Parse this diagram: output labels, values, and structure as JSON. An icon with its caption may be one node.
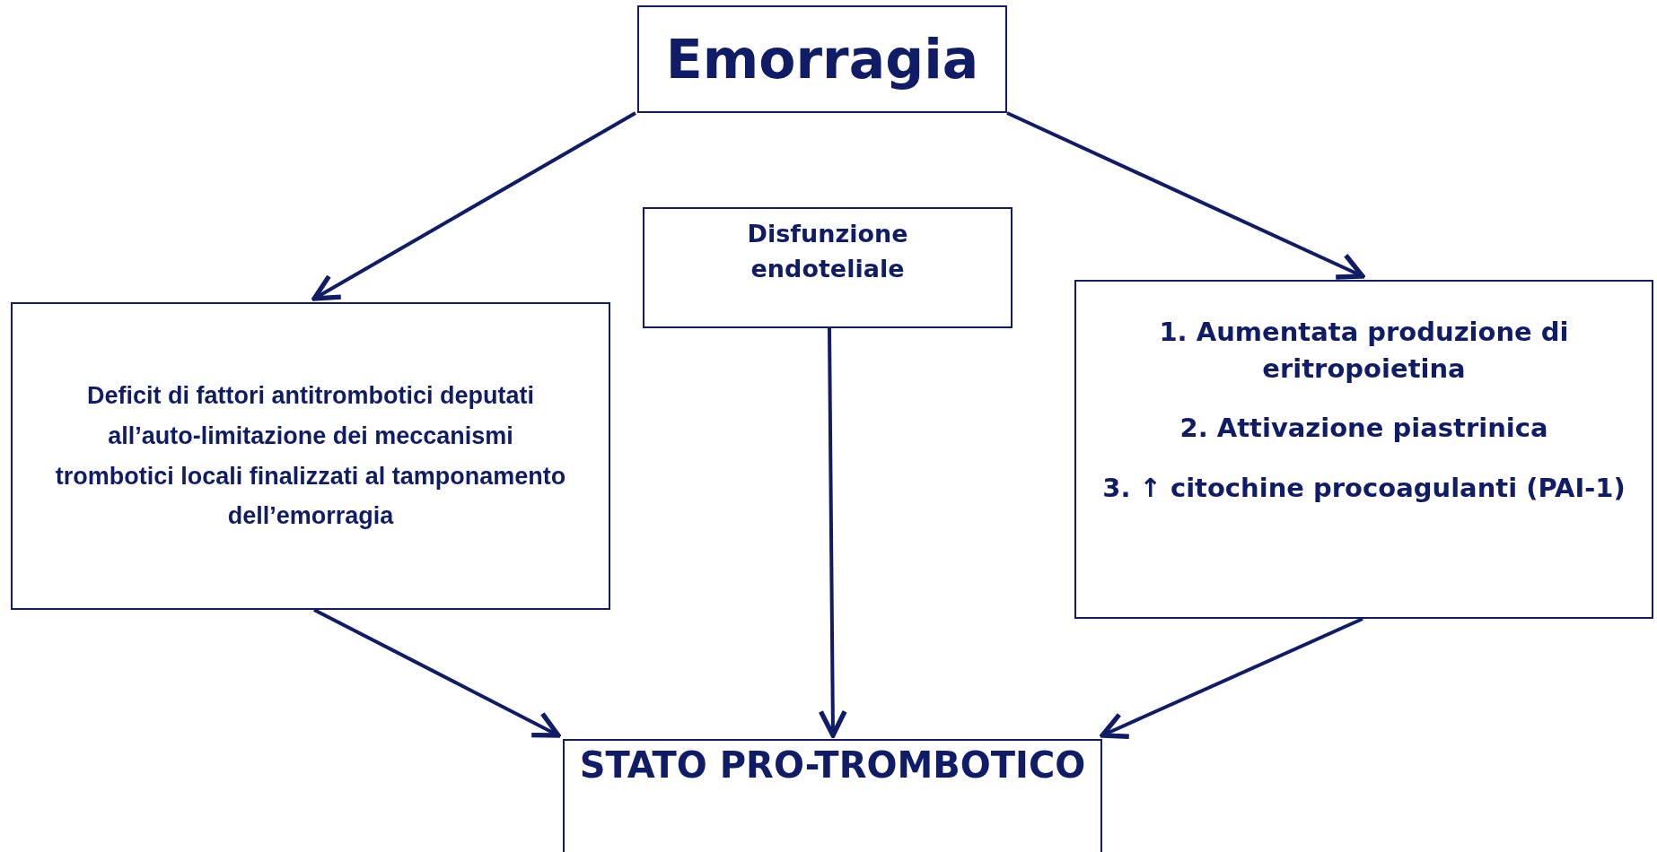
{
  "diagram": {
    "nodes": [
      {
        "text": [
          "Emorragia"
        ]
      },
      {
        "text": [
          "Deficit di fattori antitrombotici deputati all’auto-limitazione dei meccanismi trombotici locali finalizzati al tamponamento dell’emorragia"
        ]
      },
      {
        "text": [
          "Disfunzione endoteliale"
        ]
      },
      {
        "text": [
          "1. Aumentata produzione di eritropoietina",
          "2. Attivazione piastrinica",
          "3. ↑ citochine procoagulanti (PAI-1)"
        ]
      },
      {
        "text": [
          "STATO PRO-TROMBOTICO"
        ]
      }
    ],
    "edges": [
      {
        "from": 0,
        "to": 1,
        "arrow": "to"
      },
      {
        "from": 0,
        "to": 3,
        "arrow": "to"
      },
      {
        "from": 2,
        "to": 4,
        "arrow": "to"
      },
      {
        "from": 1,
        "to": 4,
        "arrow": "to"
      },
      {
        "from": 3,
        "to": 4,
        "arrow": "to"
      }
    ]
  }
}
